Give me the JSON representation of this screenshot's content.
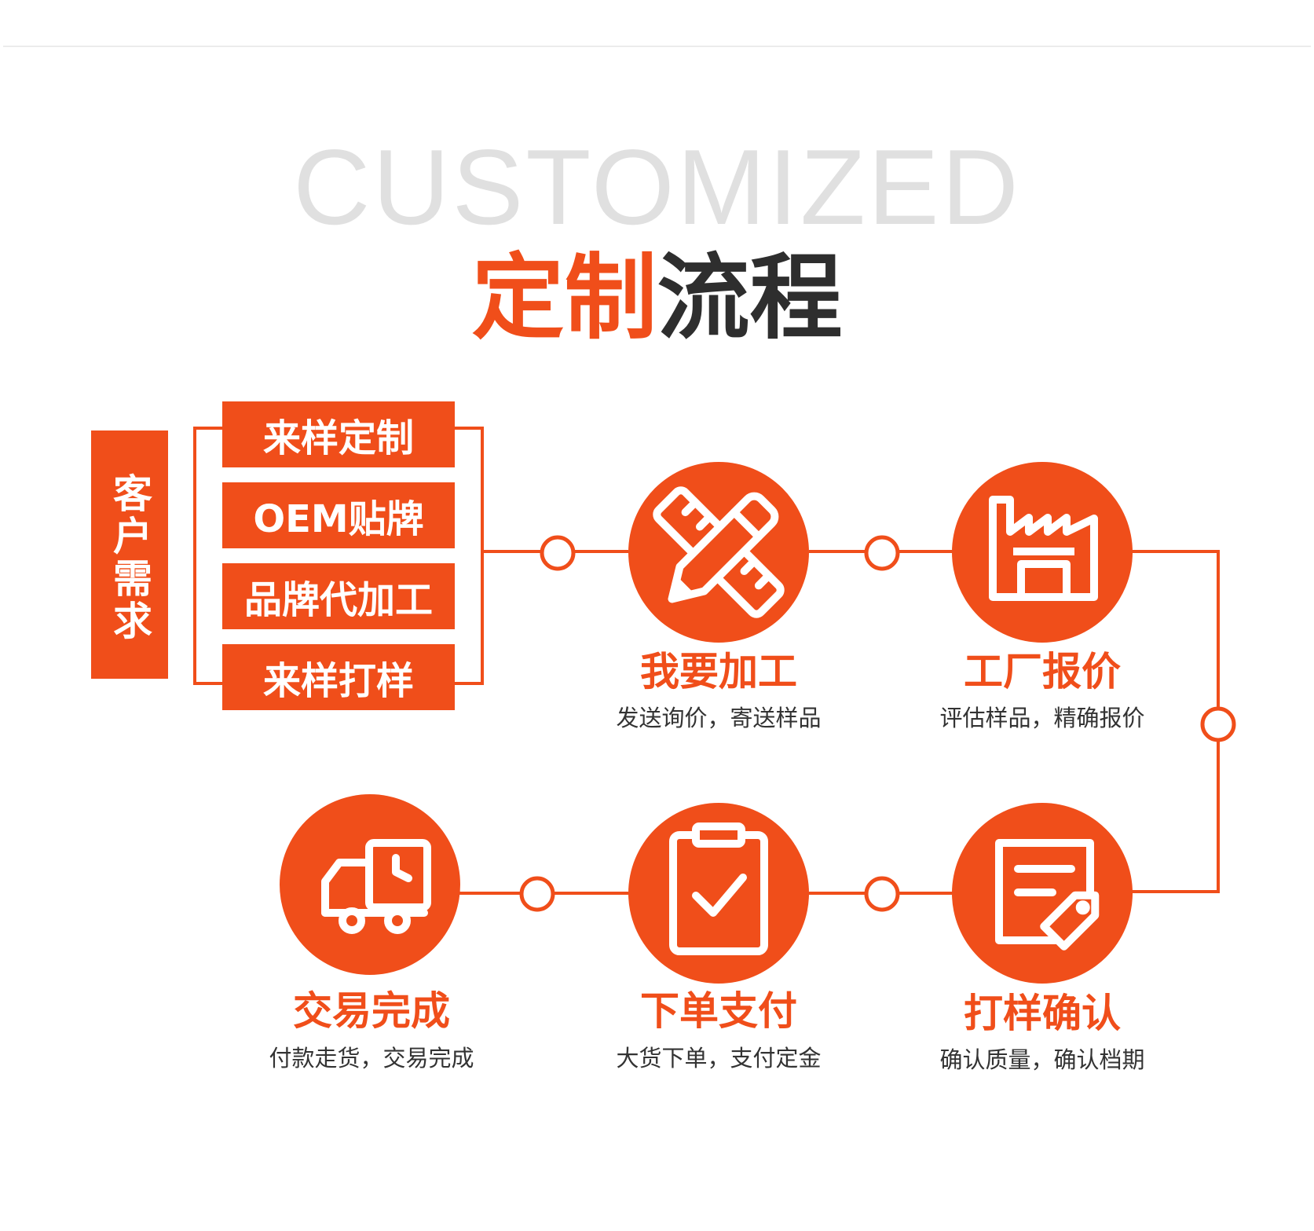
{
  "header": {
    "english_title": "CUSTOMIZED",
    "chinese_title_accent": "定制",
    "chinese_title_rest": "流程"
  },
  "customer": {
    "label": "客户需求",
    "options": [
      "来样定制",
      "OEM贴牌",
      "品牌代加工",
      "来样打样"
    ]
  },
  "steps": [
    {
      "name": "我要加工",
      "desc": "发送询价，寄送样品",
      "icon": "pencil-ruler-icon"
    },
    {
      "name": "工厂报价",
      "desc": "评估样品，精确报价",
      "icon": "factory-icon"
    },
    {
      "name": "打样确认",
      "desc": "确认质量，确认档期",
      "icon": "document-tag-icon"
    },
    {
      "name": "下单支付",
      "desc": "大货下单，支付定金",
      "icon": "clipboard-check-icon"
    },
    {
      "name": "交易完成",
      "desc": "付款走货，交易完成",
      "icon": "delivery-truck-icon"
    }
  ],
  "colors": {
    "accent": "#f04e1a",
    "dark": "#2e2e2e",
    "watermark": "#e0e0e0"
  }
}
